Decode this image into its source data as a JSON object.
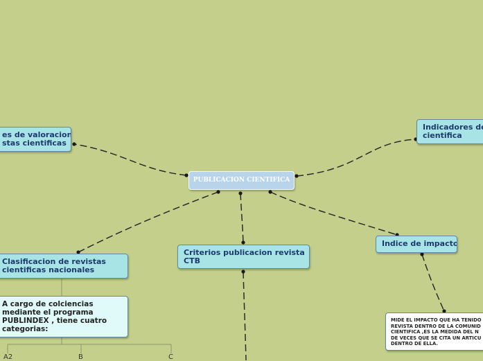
{
  "center": {
    "label": "PUBLICACION CIENTIFICA"
  },
  "nodes": {
    "valoracion": "es de valoracion\nstas cientificas",
    "indicadores": "Indicadores de\ncientifica",
    "clasificacion": "Clasificacion de revistas\ncientificas nacionales",
    "criterios": "Criterios publicacion revista\nCTB",
    "indice": "Indice de impacto",
    "colciencias": "A cargo de colciencias\nmediante el programa\nPUBLINDEX , tiene cuatro\ncategorias:",
    "mide": "MIDE EL IMPACTO QUE HA TENIDO\nREVISTA DENTRO DE LA COMUNID\nCIENTIFICA ,ES LA MEDIDA DEL N\nDE VECES QUE SE CITA UN ARTICU\nDENTRO DE ELLA."
  },
  "categories": [
    "A2",
    "B",
    "C"
  ],
  "colors": {
    "background": "#c3cf8a",
    "node": "#a8e4e6",
    "center": "#b7d4ea",
    "connector": "#2a2a2a"
  }
}
